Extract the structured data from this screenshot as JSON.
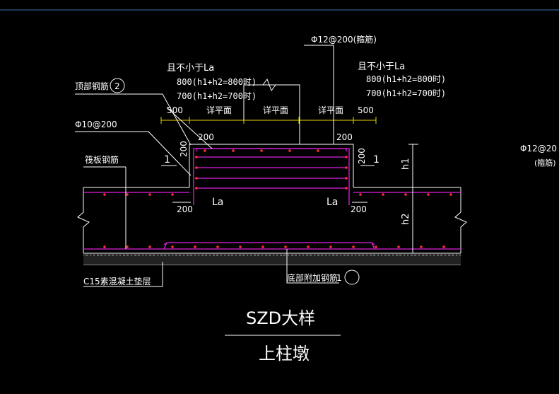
{
  "drawing": {
    "title": "SZD大样",
    "subtitle": "上柱墩"
  },
  "labels": {
    "top_note_left": "Φ12@200(箍筋)",
    "top_note_right_1": "Φ12@20",
    "top_note_right_2": "(箍筋)",
    "la_note_left_title": "且不小于La",
    "la_note_left_l1": "800(h1+h2=800时)",
    "la_note_left_l2": "700(h1+h2=700时)",
    "la_note_right_title": "且不小于La",
    "la_note_right_l1": "800(h1+h2=800时)",
    "la_note_right_l2": "700(h1+h2=700时)",
    "top_bar": "顶部钢筋",
    "top_bar_num": "2",
    "stirrup": "Φ10@200",
    "raft_bar": "筏板钢筋",
    "section_mark_left": "1",
    "section_mark_right": "1",
    "dim_500_left": "500",
    "dim_500_right": "500",
    "plan_1": "详平面",
    "plan_2": "详平面",
    "plan_3": "详平面",
    "dim_200_top_left": "200",
    "dim_200_top_right": "200",
    "dim_200_vert_left": "200",
    "dim_200_vert_right": "200",
    "la_left": "La",
    "la_right": "La",
    "dim_200_bot_left": "200",
    "dim_200_bot_right": "200",
    "h1": "h1",
    "h2": "h2",
    "cushion": "C15素混凝土垫层",
    "bottom_bar": "底部附加钢筋",
    "bottom_bar_num": "1"
  },
  "colors": {
    "background": "#000000",
    "line": "#ffffff",
    "rebar": "#e020e0",
    "dot": "#ff3030",
    "dim": "#e6d200",
    "accent_blue": "#3a6fb0"
  }
}
